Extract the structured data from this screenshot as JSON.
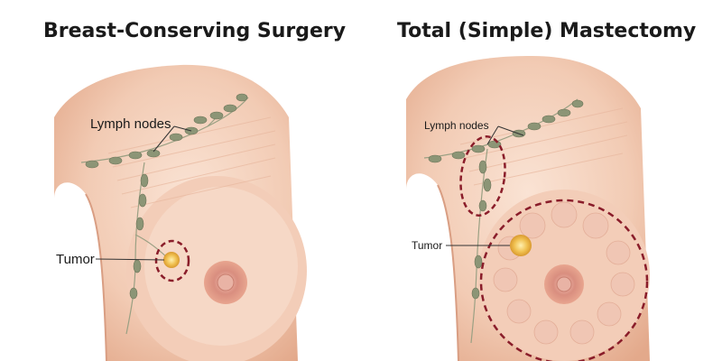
{
  "left_panel": {
    "title": "Breast-Conserving Surgery",
    "label_lymph": "Lymph nodes",
    "label_tumor": "Tumor"
  },
  "right_panel": {
    "title": "Total (Simple) Mastectomy",
    "label_lymph": "Lymph nodes",
    "label_tumor": "Tumor"
  },
  "colors": {
    "skin": "#f4d3bf",
    "skin_shadow": "#e9b69b",
    "node": "#8c9576",
    "excision_outline": "#8a1d2a",
    "tumor": "#f0c050",
    "areola": "#d88f80"
  }
}
